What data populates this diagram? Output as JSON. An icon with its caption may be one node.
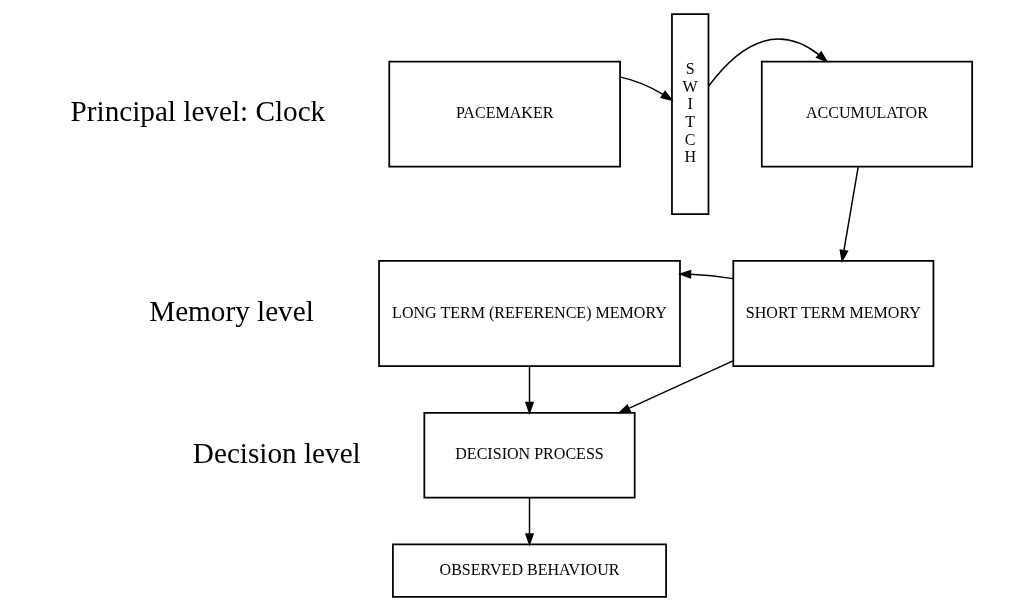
{
  "diagram": {
    "nodes": [
      {
        "text": [
          "PACEMAKER"
        ]
      },
      {
        "text": [
          "S W I T C H"
        ]
      },
      {
        "text": [
          "ACCUMULATOR"
        ]
      },
      {
        "text": [
          "LONG TERM (REFERENCE) MEMORY"
        ]
      },
      {
        "text": [
          "SHORT TERM MEMORY"
        ]
      },
      {
        "text": [
          "DECISION PROCESS"
        ]
      },
      {
        "text": [
          "OBSERVED BEHAVIOUR"
        ]
      }
    ],
    "edges": [
      {
        "from": 0,
        "to": 1,
        "arrow": "to"
      },
      {
        "from": 1,
        "to": 2,
        "arrow": "to"
      },
      {
        "from": 2,
        "to": 4,
        "arrow": "to"
      },
      {
        "from": 4,
        "to": 3,
        "arrow": "to"
      },
      {
        "from": 3,
        "to": 5,
        "arrow": "to"
      },
      {
        "from": 4,
        "to": 5,
        "arrow": "to"
      },
      {
        "from": 5,
        "to": 6,
        "arrow": "to"
      }
    ],
    "labels": [
      "Principal level: Clock",
      "Memory level",
      "Decision level"
    ]
  }
}
